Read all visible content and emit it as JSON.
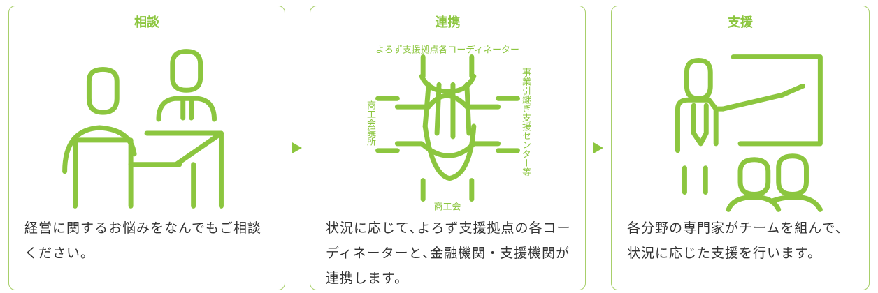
{
  "steps": [
    {
      "title": "相談",
      "description": "経営に関するお悩みをなんでもご相談ください。"
    },
    {
      "title": "連携",
      "description": "状況に応じて､よろず支援拠点の各コーディネーターと､金融機関・支援機関が連携します。",
      "labels": {
        "top": "よろず支援拠点各コーディネーター",
        "left": "商工会議所",
        "right": "事業引継ぎ支援センター等",
        "bottom": "商工会"
      }
    },
    {
      "title": "支援",
      "description": "各分野の専門家がチームを組んで、状況に応じた支援を行います。"
    }
  ],
  "colors": {
    "accent": "#8cc63f",
    "border": "#a8cf6a",
    "text": "#333333"
  }
}
